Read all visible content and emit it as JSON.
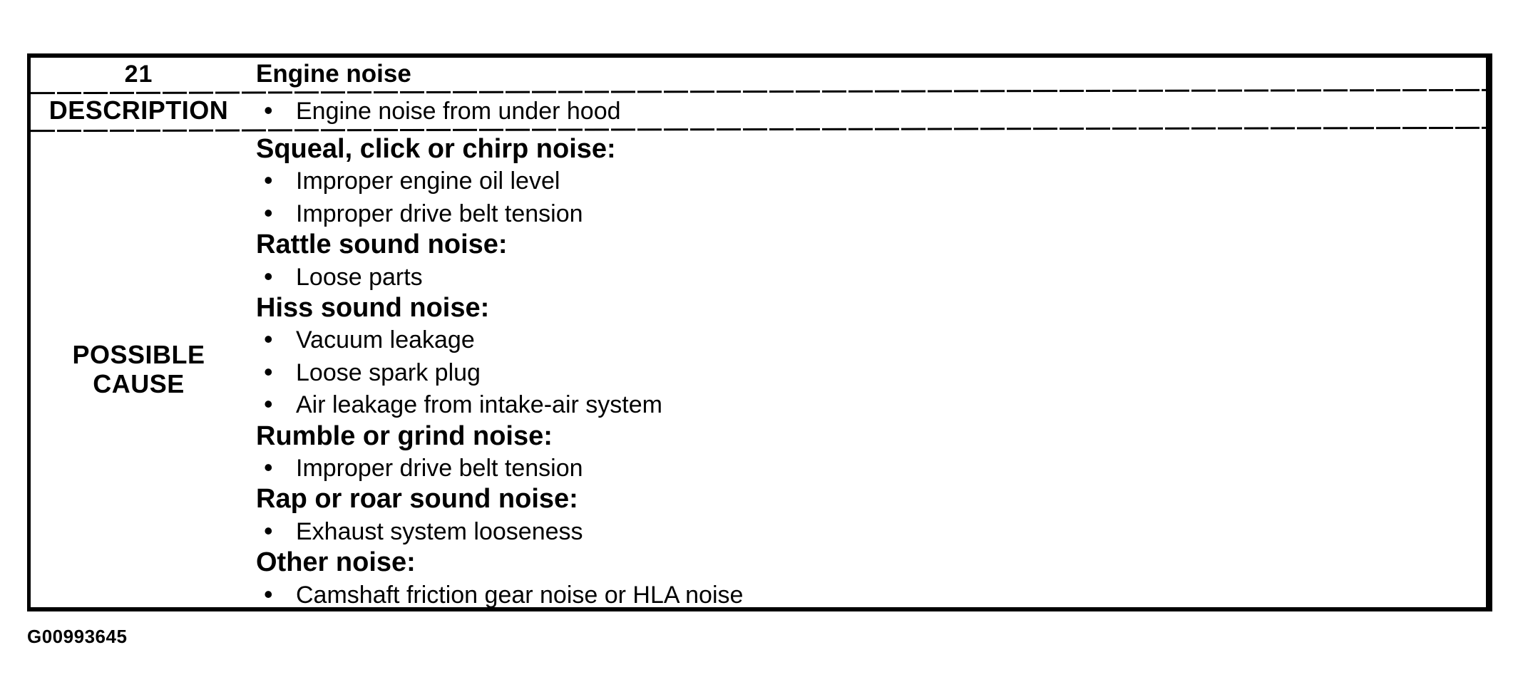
{
  "table": {
    "bullet_char": "•",
    "row1": {
      "number": "21",
      "title": "Engine noise"
    },
    "row2": {
      "label": "DESCRIPTION",
      "item": "Engine noise from under hood"
    },
    "row3": {
      "label_line1": "POSSIBLE",
      "label_line2": "CAUSE",
      "sections": [
        {
          "heading": "Squeal, click or chirp noise:",
          "items": [
            "Improper engine oil level",
            "Improper drive belt tension"
          ]
        },
        {
          "heading": "Rattle sound noise:",
          "items": [
            "Loose parts"
          ]
        },
        {
          "heading": "Hiss sound noise:",
          "items": [
            "Vacuum leakage",
            "Loose spark plug",
            "Air leakage from intake-air system"
          ]
        },
        {
          "heading": "Rumble or grind noise:",
          "items": [
            "Improper drive belt tension"
          ]
        },
        {
          "heading": "Rap or roar sound noise:",
          "items": [
            "Exhaust system looseness"
          ]
        },
        {
          "heading": "Other noise:",
          "items": [
            "Camshaft friction gear noise or HLA noise"
          ]
        }
      ]
    }
  },
  "footer": {
    "figure_id": "G00993645"
  },
  "colors": {
    "ink": "#000000",
    "paper": "#ffffff"
  }
}
